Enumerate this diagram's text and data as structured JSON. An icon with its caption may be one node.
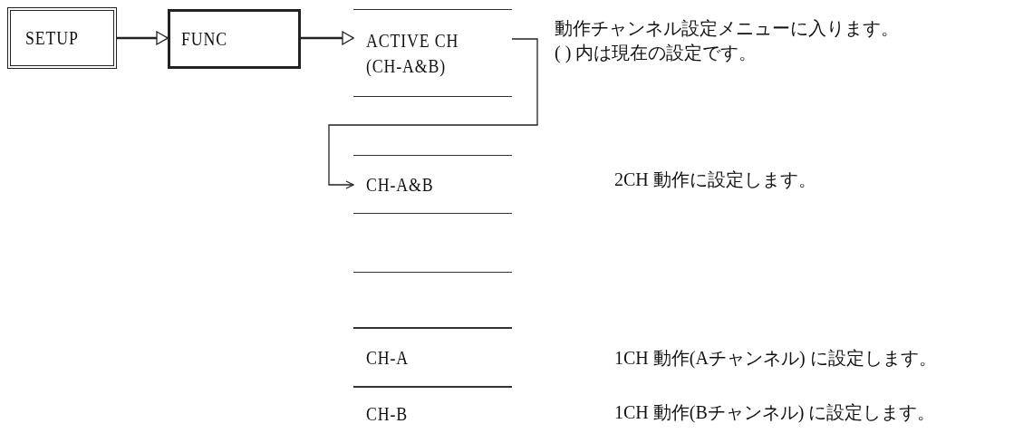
{
  "diagram": {
    "nodes": [
      {
        "text": [
          "SETUP"
        ]
      },
      {
        "text": [
          "FUNC"
        ]
      },
      {
        "text": [
          "ACTIVE CH (CH-A&B)"
        ],
        "beside": [
          "動作チャンネル設定メニューに入ります。",
          "( ) 内は現在の設定です。"
        ]
      },
      {
        "text": [
          "CH-A&B"
        ]
      },
      {
        "text": [],
        "shape": "box"
      },
      {
        "text": [
          "CH-A"
        ]
      },
      {
        "text": [
          "CH-B"
        ]
      }
    ],
    "labels": [
      "2CH 動作に設定します。",
      "1CH 動作(Aチャンネル) に設定します。",
      "1CH 動作(Bチャンネル) に設定します。"
    ],
    "edges": [
      {
        "from": 0,
        "to": 1,
        "arrow": "to"
      },
      {
        "from": 1,
        "to": 2,
        "arrow": "to"
      },
      {
        "from": 2,
        "to": 3,
        "arrow": "to"
      }
    ]
  }
}
